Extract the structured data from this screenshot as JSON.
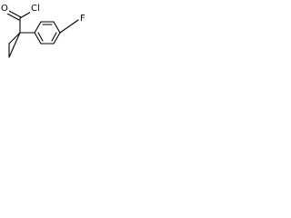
{
  "atoms": {
    "oxygen": "O",
    "chlorine": "Cl",
    "fluorine": "F"
  },
  "colors": {
    "bond": "#000000",
    "label": "#000000",
    "background": "#ffffff"
  }
}
